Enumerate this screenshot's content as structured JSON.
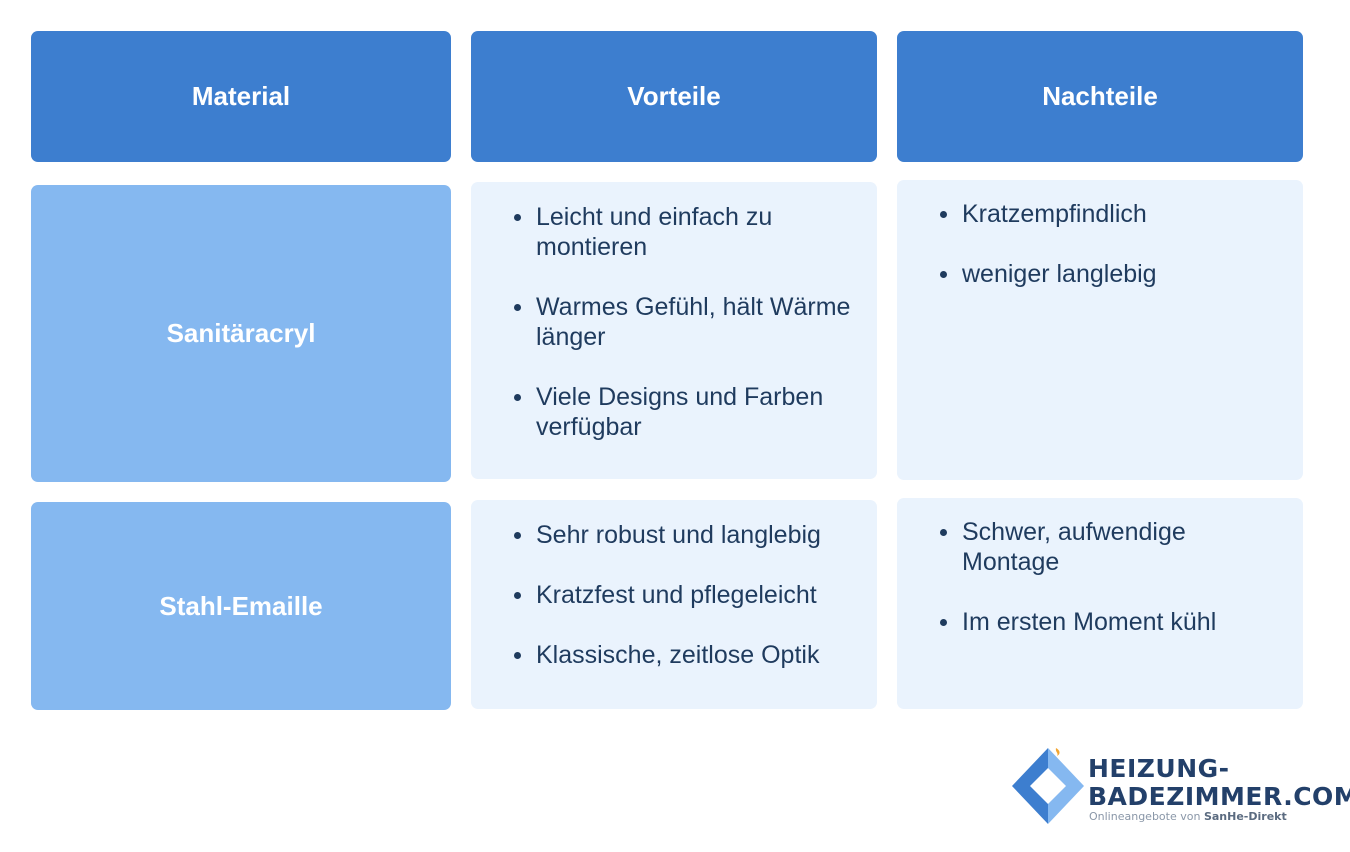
{
  "headers": {
    "material": "Material",
    "vorteile": "Vorteile",
    "nachteile": "Nachteile"
  },
  "rows": [
    {
      "material": "Sanitäracryl",
      "vorteile": [
        "Leicht und einfach zu montieren",
        "Warmes Gefühl, hält Wärme länger",
        "Viele Designs und Farben verfügbar"
      ],
      "nachteile": [
        "Kratzempfindlich",
        "weniger langlebig"
      ]
    },
    {
      "material": "Stahl-Emaille",
      "vorteile": [
        "Sehr robust und langlebig",
        "Kratzfest und pflegeleicht",
        "Klassische, zeitlose Optik"
      ],
      "nachteile": [
        "Schwer, aufwendige Montage",
        "Im ersten Moment kühl"
      ]
    }
  ],
  "logo": {
    "line1": "HEIZUNG-",
    "line2": "BADEZIMMER.COM",
    "sub_prefix": "Onlineangebote von ",
    "sub_brand": "SanHe-Direkt",
    "icon": "diamond-logo-icon"
  },
  "colors": {
    "header": "#3d7ecf",
    "material_cell": "#85b8f0",
    "list_cell": "#eaf3fd",
    "text": "#1f3b5e"
  }
}
